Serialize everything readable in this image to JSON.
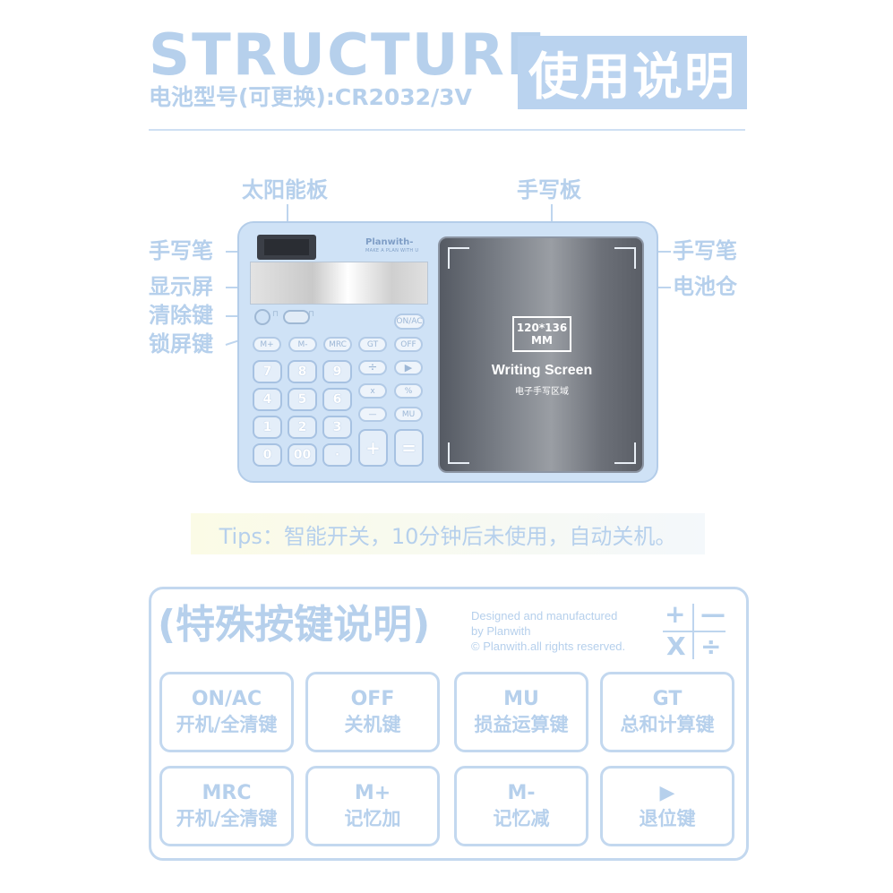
{
  "header": {
    "title": "STRUCTURE",
    "subtitle": "电池型号(可更换):CR2032/3V",
    "usage_label": "使用说明"
  },
  "callouts": {
    "solar_panel": "太阳能板",
    "handwriting_board": "手写板",
    "stylus_left": "手写笔",
    "display": "显示屏",
    "clear_key": "清除键",
    "lock_key": "锁屏键",
    "stylus_right": "手写笔",
    "battery_bay": "电池仓"
  },
  "device": {
    "brand": "Planwith-",
    "brand_tagline": "MAKE A PLAN WITH U",
    "function_keys": [
      "ON/AC",
      "M+",
      "M-",
      "MRC",
      "GT",
      "OFF",
      "▶",
      "MU"
    ],
    "ops_keys": [
      "÷",
      "x",
      "%",
      "—"
    ],
    "number_keys": [
      "7",
      "8",
      "9",
      "4",
      "5",
      "6",
      "1",
      "2",
      "3",
      "0",
      "00",
      "·"
    ],
    "plus": "+",
    "equals": "="
  },
  "screen": {
    "size_line1": "120*136",
    "size_line2": "MM",
    "label": "Writing Screen",
    "label_cn": "电子手写区域"
  },
  "tips": "Tips：智能开关，10分钟后未使用，自动关机。",
  "special": {
    "title": "(特殊按键说明)",
    "credits": [
      "Designed and manufactured",
      "by Planwith",
      "© Planwith.all rights reserved."
    ],
    "ops": [
      "+",
      "—",
      "X",
      "÷"
    ],
    "keys": [
      {
        "key": "ON/AC",
        "desc": "开机/全清键"
      },
      {
        "key": "OFF",
        "desc": "关机键"
      },
      {
        "key": "MU",
        "desc": "损益运算键"
      },
      {
        "key": "GT",
        "desc": "总和计算键"
      },
      {
        "key": "MRC",
        "desc": "开机/全清键"
      },
      {
        "key": "M+",
        "desc": "记忆加"
      },
      {
        "key": "M-",
        "desc": "记忆减"
      },
      {
        "key": "▶",
        "desc": "退位键"
      }
    ]
  },
  "colors": {
    "accent": "#b6d0ec",
    "device_body": "#cfe2f6",
    "screen_dark": "#5a5e66",
    "tips_bg": "#fbfbe6"
  }
}
